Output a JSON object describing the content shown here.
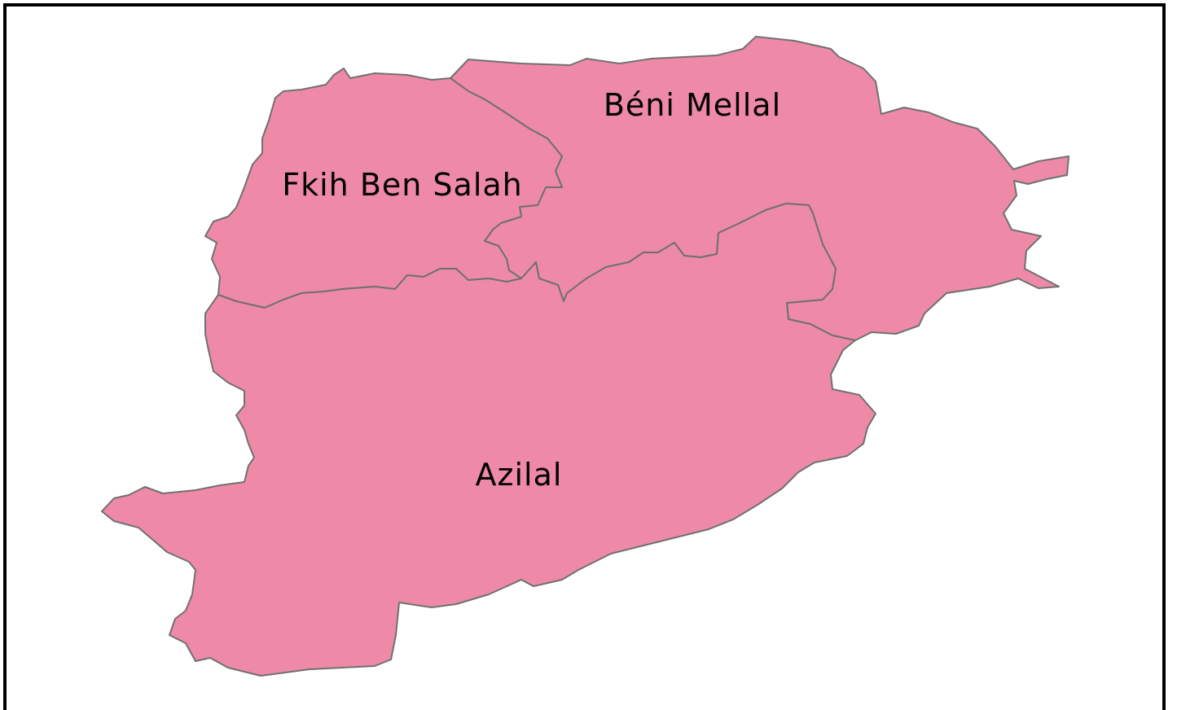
{
  "map": {
    "fill_color": "#ee8aa7",
    "border_color": "#707070",
    "frame_color": "#000000",
    "regions": [
      {
        "id": "beni-mellal",
        "label": "Béni Mellal"
      },
      {
        "id": "fkih-ben-salah",
        "label": "Fkih Ben Salah"
      },
      {
        "id": "azilal",
        "label": "Azilal"
      }
    ]
  }
}
